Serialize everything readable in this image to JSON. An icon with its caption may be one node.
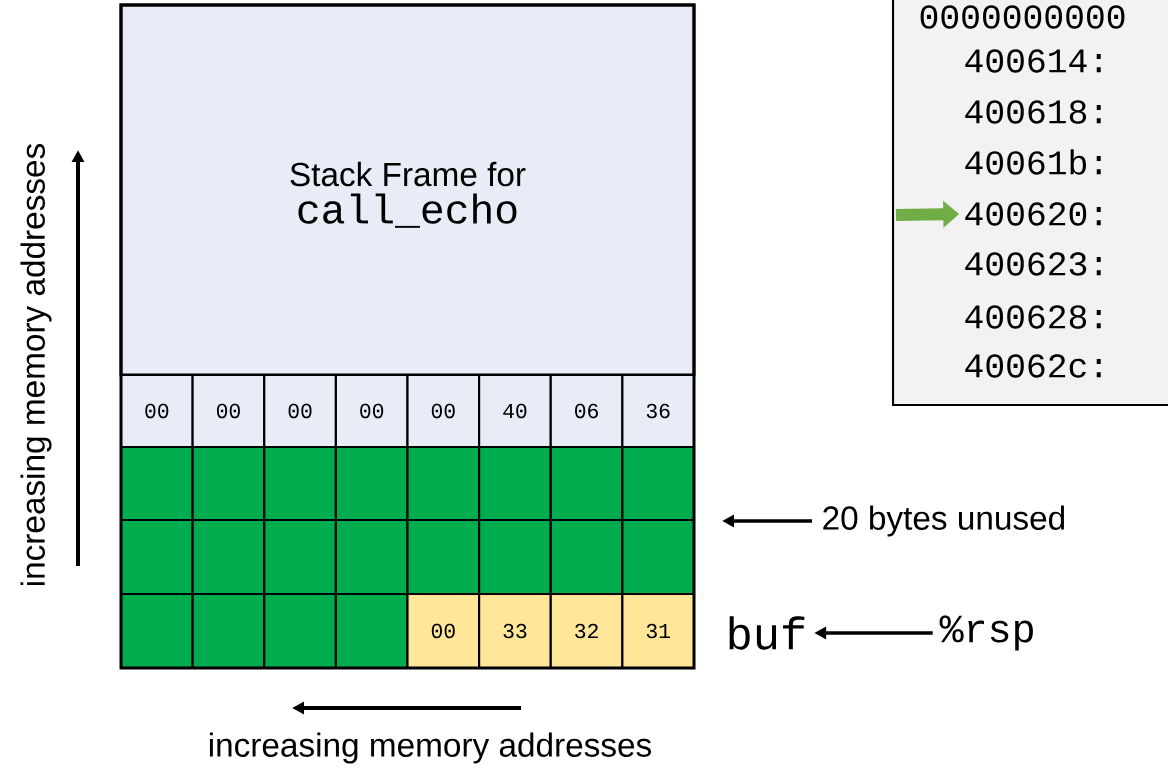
{
  "diagram": {
    "nodes": [
      {
        "text": [
          "Stack Frame for",
          "call_echo"
        ]
      },
      {
        "text": [],
        "shape": "box"
      },
      {
        "text": [
          "0000000000"
        ],
        "in": 1
      },
      {
        "text": [
          "400614:"
        ],
        "in": 1
      },
      {
        "text": [
          "400618:"
        ],
        "in": 1
      },
      {
        "text": [
          "40061b:"
        ],
        "in": 1
      },
      {
        "text": [
          "400620:"
        ],
        "in": 1
      },
      {
        "text": [
          "400623:"
        ],
        "in": 1
      },
      {
        "text": [
          "400628:"
        ],
        "in": 1
      },
      {
        "text": [
          "40062c:"
        ],
        "in": 1
      },
      {
        "text": [
          "00"
        ]
      },
      {
        "text": [
          "00"
        ]
      },
      {
        "text": [
          "00"
        ]
      },
      {
        "text": [
          "00"
        ]
      },
      {
        "text": [
          "00"
        ]
      },
      {
        "text": [
          "40"
        ]
      },
      {
        "text": [
          "06"
        ]
      },
      {
        "text": [
          "36"
        ]
      },
      {
        "text": [],
        "shape": "box"
      },
      {
        "text": [],
        "shape": "box"
      },
      {
        "text": [],
        "shape": "box"
      },
      {
        "text": [],
        "shape": "box"
      },
      {
        "text": [],
        "shape": "box"
      },
      {
        "text": [],
        "shape": "box"
      },
      {
        "text": [],
        "shape": "box"
      },
      {
        "text": [],
        "shape": "box"
      },
      {
        "text": [],
        "shape": "box"
      },
      {
        "text": [],
        "shape": "box"
      },
      {
        "text": [],
        "shape": "box"
      },
      {
        "text": [],
        "shape": "box"
      },
      {
        "text": [],
        "shape": "box"
      },
      {
        "text": [],
        "shape": "box"
      },
      {
        "text": [],
        "shape": "box"
      },
      {
        "text": [],
        "shape": "box"
      },
      {
        "text": [],
        "shape": "box"
      },
      {
        "text": [],
        "shape": "box"
      },
      {
        "text": [],
        "shape": "box"
      },
      {
        "text": [],
        "shape": "box"
      },
      {
        "text": [
          "00"
        ]
      },
      {
        "text": [
          "33"
        ]
      },
      {
        "text": [
          "32"
        ]
      },
      {
        "text": [
          "31"
        ]
      },
      {
        "text": [
          "20 bytes unused"
        ]
      },
      {
        "text": [
          "buf"
        ]
      },
      {
        "text": [
          "%rsp"
        ]
      }
    ],
    "edges": [
      {
        "from": null,
        "to": 6,
        "arrow": "to",
        "style": "thick",
        "color": "#70ad47"
      },
      {
        "from": 42,
        "to": null,
        "arrow": "to"
      },
      {
        "from": 44,
        "to": 43,
        "arrow": "to"
      }
    ],
    "labels": [
      "increasing memory addresses",
      "increasing memory addresses"
    ]
  }
}
